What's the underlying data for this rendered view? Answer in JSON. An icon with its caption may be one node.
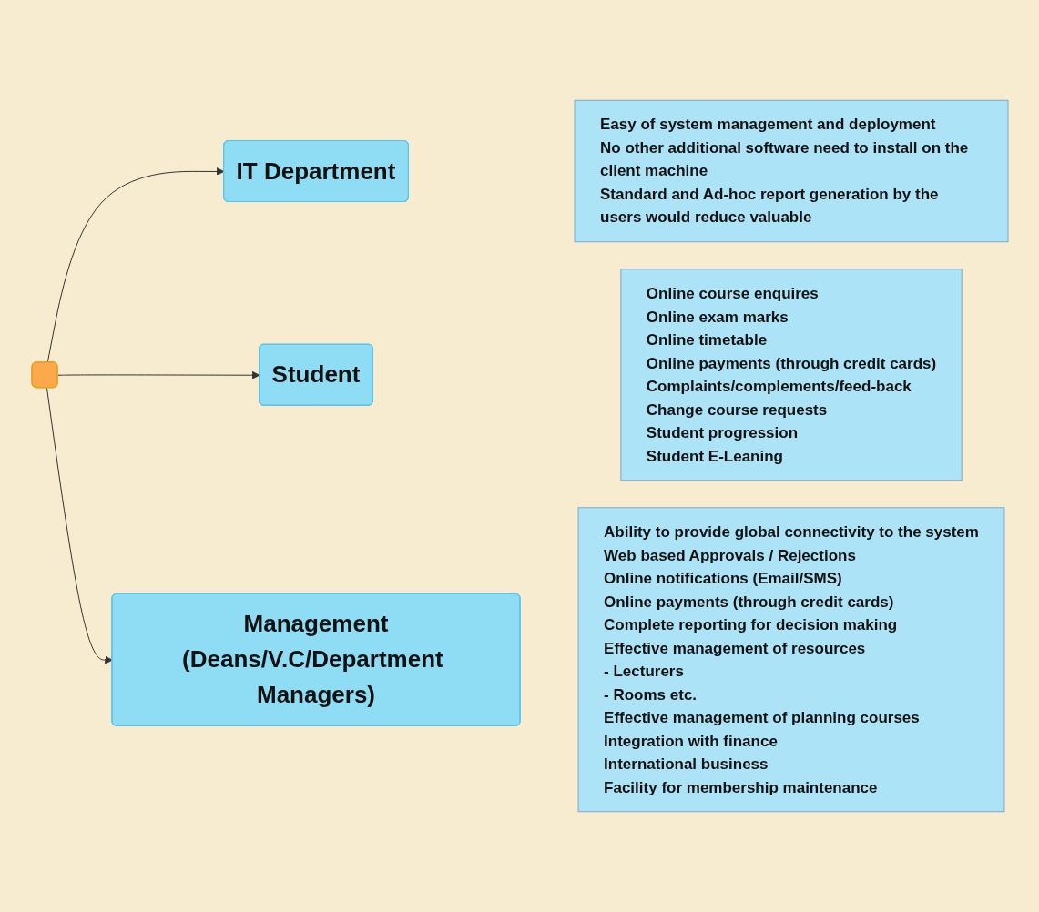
{
  "diagram": {
    "nodes": [
      {
        "text": [],
        "shape": "box"
      },
      {
        "text": [
          "IT Department"
        ]
      },
      {
        "text": [
          "Easy of system management and deployment",
          "No other additional software need to install on the client machine",
          "Standard and Ad-hoc report generation by the users would reduce valuable"
        ]
      },
      {
        "text": [
          "Student"
        ]
      },
      {
        "text": [
          "Online course enquires",
          "Online exam marks",
          "Online timetable",
          "Online payments (through credit cards)",
          "Complaints/complements/feed-back",
          "Change course requests",
          "Student progression",
          "Student E-Leaning"
        ]
      },
      {
        "text": [
          "Management",
          "(Deans/V.C/Department Managers)"
        ]
      },
      {
        "text": [
          "Ability to provide global connectivity to the system",
          "Web based Approvals / Rejections",
          "Online notifications (Email/SMS)",
          "Online payments (through credit cards)",
          "Complete reporting for decision making",
          "Effective management of resources",
          "- Lecturers",
          "- Rooms etc.",
          "Effective management of planning courses",
          "Integration with finance",
          "International business",
          "Facility for membership maintenance"
        ]
      }
    ],
    "edges": [
      {
        "from": 0,
        "to": 1,
        "arrow": "to"
      },
      {
        "from": 0,
        "to": 3,
        "arrow": "to"
      },
      {
        "from": 0,
        "to": 5,
        "arrow": "to"
      }
    ]
  }
}
